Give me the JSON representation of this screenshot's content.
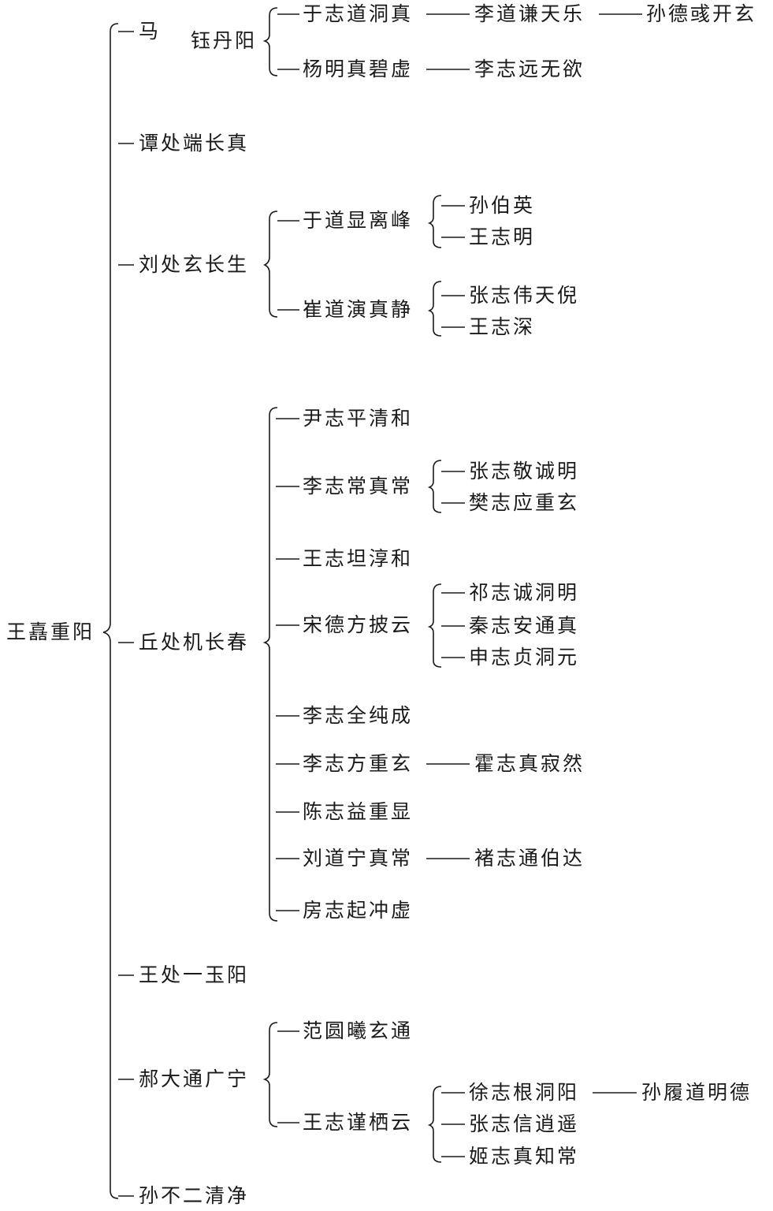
{
  "root": "王嚞重阳",
  "disciples": {
    "ma": {
      "name_a": "马",
      "name_b": "钰丹阳",
      "children": [
        "于志道洞真",
        "杨明真碧虚"
      ],
      "grand": [
        "李道谦天乐",
        "李志远无欲"
      ],
      "great": [
        "孙德彧开玄"
      ]
    },
    "tan": {
      "name": "谭处端长真"
    },
    "liu": {
      "name": "刘处玄长生",
      "children": [
        "于道显离峰",
        "崔道演真静"
      ],
      "grand_a": [
        "孙伯英",
        "王志明"
      ],
      "grand_b": [
        "张志伟天倪",
        "王志深"
      ]
    },
    "qiu": {
      "name": "丘处机长春",
      "children": [
        "尹志平清和",
        "李志常真常",
        "王志坦淳和",
        "宋德方披云",
        "李志全纯成",
        "李志方重玄",
        "陈志益重显",
        "刘道宁真常",
        "房志起冲虚"
      ],
      "grand_changzhen": [
        "张志敬诚明",
        "樊志应重玄"
      ],
      "grand_songdefang": [
        "祁志诚洞明",
        "秦志安通真",
        "申志贞洞元"
      ],
      "grand_lizhifang": [
        "霍志真寂然"
      ],
      "grand_liudaoning": [
        "褚志通伯达"
      ]
    },
    "wang": {
      "name": "王处一玉阳"
    },
    "hao": {
      "name": "郝大通广宁",
      "children": [
        "范圆曦玄通",
        "王志谨栖云"
      ],
      "grand": [
        "徐志根洞阳",
        "张志信逍遥",
        "姬志真知常"
      ],
      "great": [
        "孙履道明德"
      ]
    },
    "sun": {
      "name": "孙不二清净"
    }
  }
}
